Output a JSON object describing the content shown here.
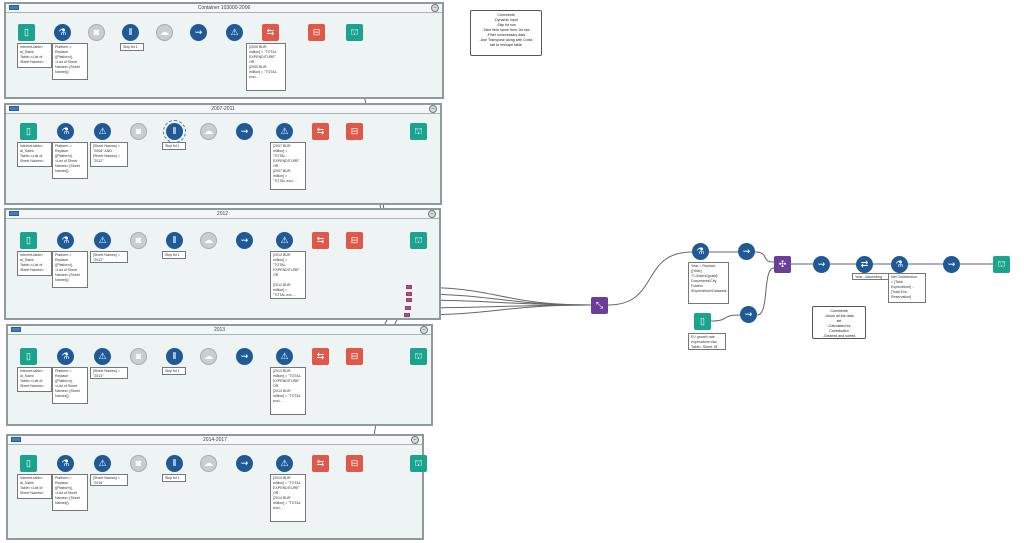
{
  "colors": {
    "input": "#1aa38d",
    "preparation": "#1f5a96",
    "developer": "#e0584a",
    "join": "#6b3f97",
    "container_bg": "#eef3f4",
    "wire": "#777777"
  },
  "containers": [
    {
      "title": "Container 103000-2006",
      "tools": [
        "input-data-icon",
        "formula-icon",
        "dynamic-input-icon",
        "multi-field-icon",
        "crosstab-icon",
        "select-icon",
        "filter-icon",
        "dynamic-rename-icon",
        "text-to-columns-icon",
        "browse-icon"
      ],
      "annotations": {
        "input": "Internet-table=\nal_Sales\nTable=<List of\nSheet Names>",
        "formula": "Platform =\nReplace\n([Platform],\n<List of Sheet\nNames>,[Sheet\nNames])",
        "sample": "Skip fst 1",
        "filter": "[2000 BUR\nmillion] = \"TOTAL\nEXPENDITURE\"\nOR\n[2000 BUR\nmillion] = \"TOTAL\nexcl...."
      }
    },
    {
      "title": "2007-2011",
      "tools": [
        "input-data-icon",
        "formula-icon",
        "filter-icon",
        "dynamic-input-icon",
        "multi-field-icon",
        "crosstab-icon",
        "select-icon",
        "filter-icon",
        "dynamic-rename-icon",
        "text-to-columns-icon",
        "browse-icon"
      ],
      "annotations": {
        "input": "Internet-table=\nal_Sales\nTable=<List of\nSheet Names>",
        "formula": "Platform =\nReplace\n([Platform],\n<List of Sheet\nNames>,[Sheet\nNames])",
        "filter_year": "[Sheet Names] =\n\"2008\" AND\n[Sheet Names] =\n\"2012\"",
        "sample": "Skip fst 1",
        "filter": "[2007 BUR\nmillion] =\n\"TOTAL\nEXPENDITURE\"\nOR\n[2007 BUR\nmillion] =\n\"TOTAL excl...."
      }
    },
    {
      "title": "2012",
      "tools": [
        "input-data-icon",
        "formula-icon",
        "filter-icon",
        "dynamic-input-icon",
        "multi-field-icon",
        "crosstab-icon",
        "select-icon",
        "filter-icon",
        "dynamic-rename-icon",
        "text-to-columns-icon",
        "browse-icon"
      ],
      "annotations": {
        "input": "Internet-table=\nal_Sales\nTable=<List of\nSheet Names>",
        "formula": "Platform =\nReplace\n([Platform],\n<List of Sheet\nNames>,[Sheet\nNames])",
        "filter_year": "[Sheet Names] =\n\"2012\"",
        "sample": "Skip fst 1",
        "filter": "[2012 BUR\nmillion] =\n\"TOTAL\nEXPENDITURE\"\nOR\n\n[2012 BUR\nmillion] =\n\"TOTAL exc...."
      }
    },
    {
      "title": "2013",
      "tools": [
        "input-data-icon",
        "formula-icon",
        "filter-icon",
        "dynamic-input-icon",
        "multi-field-icon",
        "crosstab-icon",
        "select-icon",
        "filter-icon",
        "dynamic-rename-icon",
        "text-to-columns-icon",
        "browse-icon"
      ],
      "annotations": {
        "input": "Internet-table=\nal_Sales\nTable=<List of\nSheet Names>",
        "formula": "Platform =\nReplace\n([Platform],\n<List of Sheet\nNames>,[Sheet\nNames])",
        "filter_year": "[Sheet Names] =\n\"2013\"",
        "sample": "Skip fst 1",
        "filter": "[2013 BUR\nmillion] = \"TOTAL\nEXPENDITURE\"\nOR\n[2013 BUR\nmillion] = \"TOTAL\nexcl...."
      }
    },
    {
      "title": "2014-2017",
      "tools": [
        "input-data-icon",
        "formula-icon",
        "filter-icon",
        "dynamic-input-icon",
        "multi-field-icon",
        "crosstab-icon",
        "select-icon",
        "filter-icon",
        "dynamic-rename-icon",
        "text-to-columns-icon",
        "browse-icon"
      ],
      "annotations": {
        "input": "Internet-table=\nal_Sales\nTable=<List of\nSheet Names>",
        "formula": "Platform =\nReplace\n([Platform],\n<List of Sheet\nNames>,[Sheet\nNames])",
        "filter_year": "[Sheet Names] =\n\"2016\"",
        "sample": "Skip fst 1",
        "filter": "[2014 BUR\nmillion] = \"TOTAL\nEXPENDITURE\"\nOR\n[2014 BUR\nmillion] = \"TOTAL\nexcl...."
      }
    }
  ],
  "comments": {
    "top": "Comments\n-Dynamic Input\n-Skip fst row\n-Take field name from 1st row\n-Filter unnecessary data\n-Use Transpose along with Cross\ntab to reshape table",
    "bottom": "Comments\n-Union all the data\nset\n-Calculated for\nContribution\n-Cleaned and sorted"
  },
  "downstream": {
    "formula_annotation": "Year = Replace\n([Year],\n\"C:\\Users\\\\[path]\\\nDocuments\\City\nFolders\n\\Expenditure\\Datasets...",
    "input2_annotation": "EV growth rate\nexpenditure.xlsx\nTable=`Sheet 1$`",
    "sort_annotation": "Year - Ascending",
    "formula2_annotation": "Net Contribution\n= [Total\nExpenditure] -\n[Total Exc-\nReservation]"
  }
}
